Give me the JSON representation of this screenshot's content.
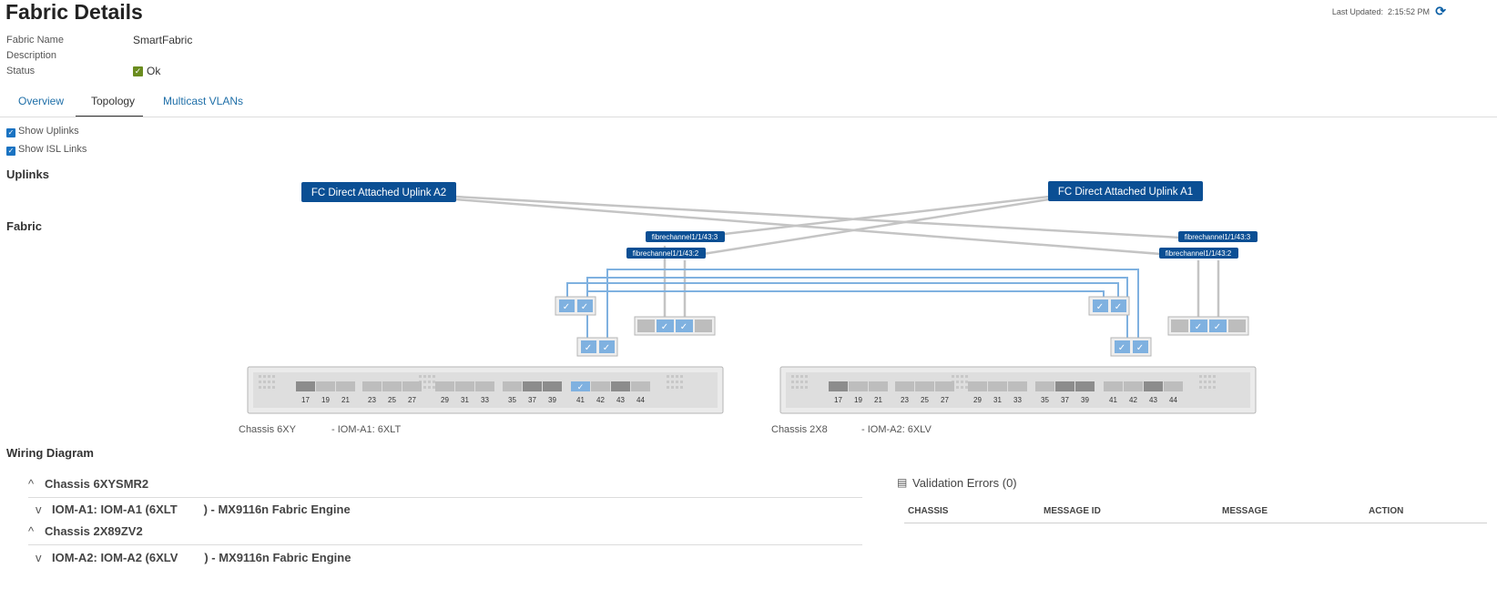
{
  "header": {
    "title": "Fabric Details",
    "last_updated_label": "Last Updated:",
    "last_updated_time": "2:15:52 PM",
    "refresh_glyph": "⟳"
  },
  "details": {
    "fabric_name_label": "Fabric Name",
    "fabric_name_value": "SmartFabric",
    "description_label": "Description",
    "status_label": "Status",
    "status_value": "Ok",
    "status_color": "#6a8c1f"
  },
  "tabs": [
    {
      "label": "Overview",
      "active": false
    },
    {
      "label": "Topology",
      "active": true
    },
    {
      "label": "Multicast VLANs",
      "active": false
    }
  ],
  "options": {
    "show_uplinks": "Show Uplinks",
    "show_isl_links": "Show ISL Links"
  },
  "topology": {
    "uplinks_label": "Uplinks",
    "fabric_label": "Fabric",
    "uplink_a2": "FC Direct Attached Uplink A2",
    "uplink_a1": "FC Direct Attached Uplink A1",
    "left_port_433": "fibrechannel1/1/43:3",
    "left_port_432": "fibrechannel1/1/43:2",
    "right_port_433": "fibrechannel1/1/43:3",
    "right_port_432": "fibrechannel1/1/43:2",
    "port_numbers": [
      "17",
      "19",
      "21",
      "23",
      "25",
      "27",
      "29",
      "31",
      "33",
      "35",
      "37",
      "39",
      "41",
      "42",
      "43",
      "44"
    ],
    "chassis_left_name": "Chassis 6XY",
    "chassis_left_iom": "- IOM-A1: 6XLT",
    "chassis_right_name": "Chassis 2X8",
    "chassis_right_iom": "- IOM-A2: 6XLV",
    "uplink_color": "#0b4f94",
    "isl_color": "#7fb1e0",
    "link_color": "#c4c4c4"
  },
  "wiring": {
    "title": "Wiring Diagram",
    "rows": [
      {
        "chevron": "^",
        "text": "Chassis 6XYSMR2"
      },
      {
        "chevron": "v",
        "text": "IOM-A1: IOM-A1 (6XLT        ) - MX9116n Fabric Engine"
      },
      {
        "chevron": "^",
        "text": "Chassis 2X89ZV2"
      },
      {
        "chevron": "v",
        "text": "IOM-A2: IOM-A2 (6XLV        ) - MX9116n Fabric Engine"
      }
    ]
  },
  "validation": {
    "title": "Validation Errors (0)",
    "columns": [
      "CHASSIS",
      "MESSAGE ID",
      "MESSAGE",
      "ACTION"
    ]
  }
}
